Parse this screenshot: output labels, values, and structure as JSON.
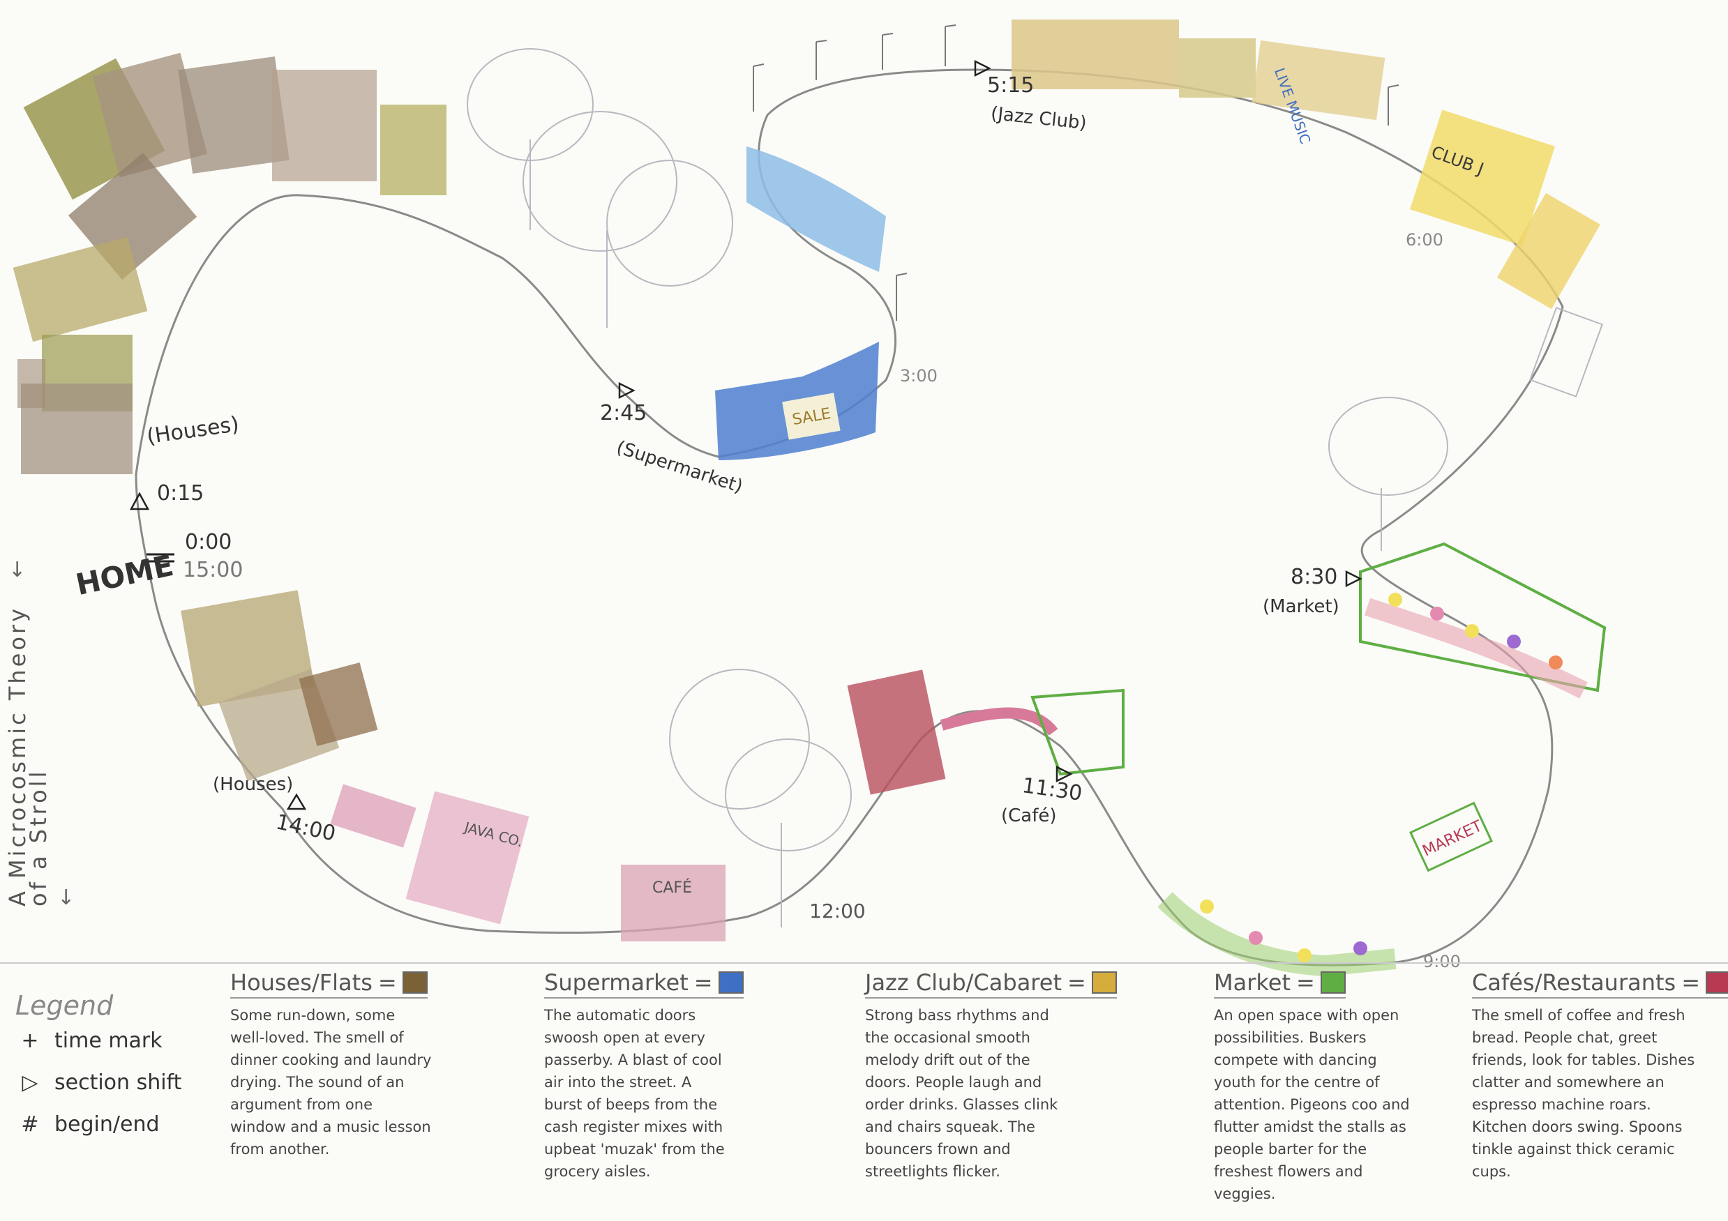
{
  "title": "A Microcosmic Theory of a Stroll",
  "home_label": "HOME",
  "times": {
    "t0000": "0:00",
    "t1500": "15:00",
    "t0015": "0:15",
    "t0245": "2:45",
    "t0300": "3:00",
    "t0515": "5:15",
    "t0600": "6:00",
    "t0830": "8:30",
    "t0900": "9:00",
    "t1130": "11:30",
    "t1200": "12:00",
    "t1400": "14:00"
  },
  "places": {
    "houses_top": "(Houses)",
    "houses_bottom": "(Houses)",
    "supermarket": "(Supermarket)",
    "jazz_club": "(Jazz Club)",
    "market": "(Market)",
    "cafe": "(Café)"
  },
  "building_text": {
    "sale": "SALE",
    "live_music": "LIVE MUSIC",
    "club_j": "CLUB J",
    "market_sign": "MARKET",
    "cafe_sign": "CAFÉ",
    "java_sign": "JAVA CO."
  },
  "legend": {
    "title": "Legend",
    "keys": [
      {
        "symbol": "+",
        "label": "time mark"
      },
      {
        "symbol": "▷",
        "label": "section shift"
      },
      {
        "symbol": "#",
        "label": "begin/end"
      }
    ],
    "categories": [
      {
        "name": "Houses/Flats",
        "color": "#7a6236",
        "text": "Some run-down, some well-loved. The smell of dinner cooking and laundry drying. The sound of an argument from one window and a music lesson from another."
      },
      {
        "name": "Supermarket",
        "color": "#3f6fc2",
        "text": "The automatic doors swoosh open at every passerby. A blast of cool air into the street. A burst of beeps from the cash register mixes with upbeat 'muzak' from the grocery aisles."
      },
      {
        "name": "Jazz Club/Cabaret",
        "color": "#d6ad3c",
        "text": "Strong bass rhythms and the occasional smooth melody drift out of the doors. People laugh and order drinks. Glasses clink and chairs squeak. The bouncers frown and streetlights flicker."
      },
      {
        "name": "Market",
        "color": "#5fae44",
        "text": "An open space with open possibilities. Buskers compete with dancing youth for the centre of attention. Pigeons coo and flutter amidst the stalls as people barter for the freshest flowers and veggies."
      },
      {
        "name": "Cafés/Restaurants",
        "color": "#b83a52",
        "text": "The smell of coffee and fresh bread. People chat, greet friends, look for tables. Dishes clatter and somewhere an espresso machine roars. Kitchen doors swing. Spoons tinkle against thick ceramic cups."
      }
    ]
  },
  "colors": {
    "houses": "#7a6236",
    "supermarket": "#3f6fc2",
    "jazz": "#d6ad3c",
    "market": "#5fae44",
    "cafe": "#b83a52",
    "path": "#8a8a8a"
  }
}
